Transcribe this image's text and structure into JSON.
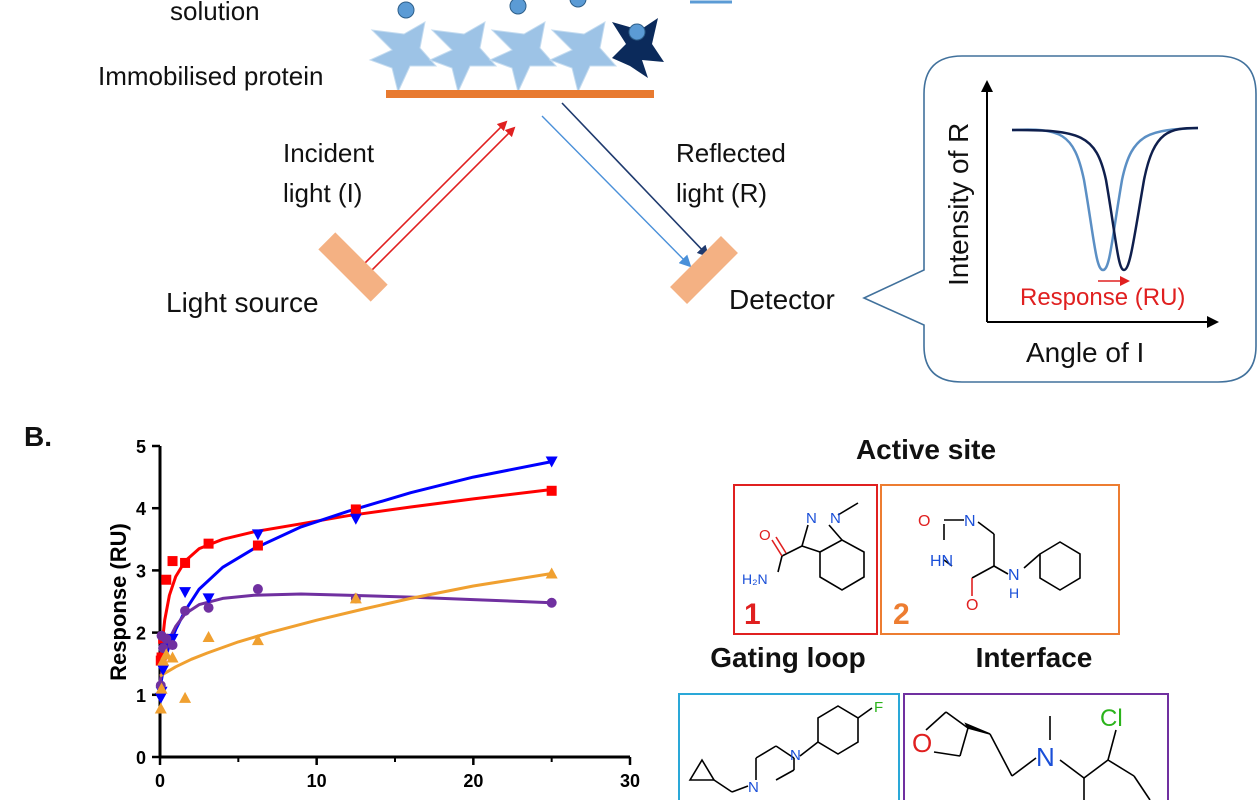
{
  "panel_a": {
    "solution_label": "solution",
    "immobilised_label": "Immobilised protein",
    "incident_line1": "Incident",
    "incident_line2": "light (I)",
    "reflected_line1": "Reflected",
    "reflected_line2": "light (R)",
    "light_source_label": "Light source",
    "detector_label": "Detector",
    "inset_ylabel": "Intensity of R",
    "inset_xlabel": "Angle of I",
    "inset_response": "Response (RU)",
    "colors": {
      "incident": "#e02020",
      "reflected_dark": "#1f3a6e",
      "reflected_light": "#4a90d9",
      "surface": "#e87a30",
      "device": "#f4b183",
      "protein": "#9dc3e6",
      "protein_bound": "#0b2a5b",
      "ball": "#5b9bd5"
    }
  },
  "panel_b": {
    "label": "B.",
    "chart_data": {
      "type": "scatter",
      "ylabel": "Response (RU)",
      "xlabel": "",
      "xlim": [
        0,
        30
      ],
      "ylim": [
        0,
        5
      ],
      "xticks": [
        "0",
        "10",
        "20",
        "30"
      ],
      "yticks": [
        "0",
        "1",
        "2",
        "3",
        "4",
        "5"
      ],
      "series": [
        {
          "color": "#ff0000",
          "marker": "square",
          "x": [
            0.05,
            0.1,
            0.2,
            0.4,
            0.8,
            1.6,
            3.1,
            6.25,
            12.5,
            25
          ],
          "y": [
            1.55,
            1.6,
            1.9,
            2.85,
            3.15,
            3.12,
            3.43,
            3.4,
            3.98,
            4.28
          ],
          "fit_x": [
            0,
            0.3,
            0.6,
            1,
            1.6,
            2.5,
            4,
            6,
            9,
            12,
            16,
            20,
            25
          ],
          "fit_y": [
            1.5,
            2.2,
            2.6,
            2.9,
            3.15,
            3.35,
            3.5,
            3.62,
            3.75,
            3.88,
            4.02,
            4.15,
            4.3
          ]
        },
        {
          "color": "#0000ff",
          "marker": "triangle-down",
          "x": [
            0.05,
            0.1,
            0.2,
            0.4,
            0.8,
            1.6,
            3.1,
            6.25,
            12.5,
            25
          ],
          "y": [
            0.95,
            1.05,
            1.4,
            1.75,
            1.9,
            2.65,
            2.55,
            3.58,
            3.83,
            4.75
          ],
          "fit_x": [
            0,
            0.3,
            0.6,
            1,
            1.6,
            2.5,
            4,
            6,
            9,
            12,
            16,
            20,
            25
          ],
          "fit_y": [
            1.1,
            1.55,
            1.8,
            2.05,
            2.35,
            2.7,
            3.05,
            3.35,
            3.7,
            3.95,
            4.25,
            4.5,
            4.75
          ]
        },
        {
          "color": "#7030a0",
          "marker": "circle",
          "x": [
            0.05,
            0.1,
            0.2,
            0.4,
            0.8,
            1.6,
            3.1,
            6.25,
            12.5,
            25
          ],
          "y": [
            1.15,
            1.95,
            1.75,
            1.9,
            1.8,
            2.35,
            2.4,
            2.7,
            2.55,
            2.48
          ],
          "fit_x": [
            0,
            0.3,
            0.6,
            1,
            1.6,
            2.5,
            4,
            6,
            9,
            12,
            16,
            20,
            25
          ],
          "fit_y": [
            1.2,
            1.65,
            1.9,
            2.1,
            2.3,
            2.45,
            2.55,
            2.6,
            2.62,
            2.6,
            2.57,
            2.53,
            2.48
          ]
        },
        {
          "color": "#f0a030",
          "marker": "triangle-up",
          "x": [
            0.05,
            0.1,
            0.2,
            0.4,
            0.8,
            1.6,
            3.1,
            6.25,
            12.5,
            25
          ],
          "y": [
            0.78,
            1.1,
            1.55,
            1.65,
            1.6,
            0.95,
            1.93,
            1.88,
            2.55,
            2.95
          ],
          "fit_x": [
            0,
            1,
            2,
            3,
            5,
            7,
            10,
            13,
            16,
            20,
            25
          ],
          "fit_y": [
            1.3,
            1.45,
            1.57,
            1.67,
            1.85,
            2.0,
            2.2,
            2.38,
            2.55,
            2.75,
            2.95
          ]
        }
      ]
    }
  },
  "panel_c": {
    "active_site_title": "Active site",
    "gating_loop_title": "Gating loop",
    "interface_title": "Interface",
    "compound1_number": "1",
    "compound2_number": "2",
    "colors": {
      "box1": "#e02020",
      "box2": "#ed7d31",
      "box3": "#2aa8d8",
      "box4": "#7030a0",
      "nitrogen": "#1a4fd8",
      "oxygen": "#e02020",
      "fluorine": "#2bb31b",
      "chlorine": "#2bb31b"
    },
    "atoms": {
      "N": "N",
      "O": "O",
      "H2N": "H₂N",
      "HN": "HN",
      "H": "H",
      "F": "F",
      "Cl": "Cl"
    }
  }
}
